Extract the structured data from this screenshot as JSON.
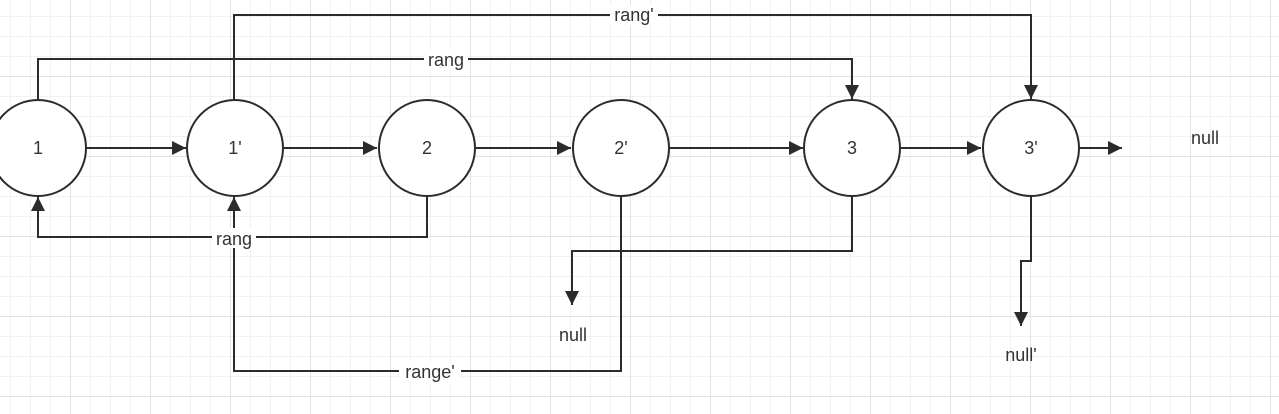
{
  "diagram": {
    "nodes": {
      "n1": "1",
      "n1p": "1'",
      "n2": "2",
      "n2p": "2'",
      "n3": "3",
      "n3p": "3'"
    },
    "edge_labels": {
      "rang_top": "rang'",
      "rang_mid": "rang",
      "rang_bottom": "rang",
      "range_bottom": "range'"
    },
    "terminals": {
      "null_right": "null",
      "null_mid": "null",
      "null_prime": "null'"
    },
    "colors": {
      "stroke": "#2b2b2b",
      "text": "#333333"
    }
  }
}
